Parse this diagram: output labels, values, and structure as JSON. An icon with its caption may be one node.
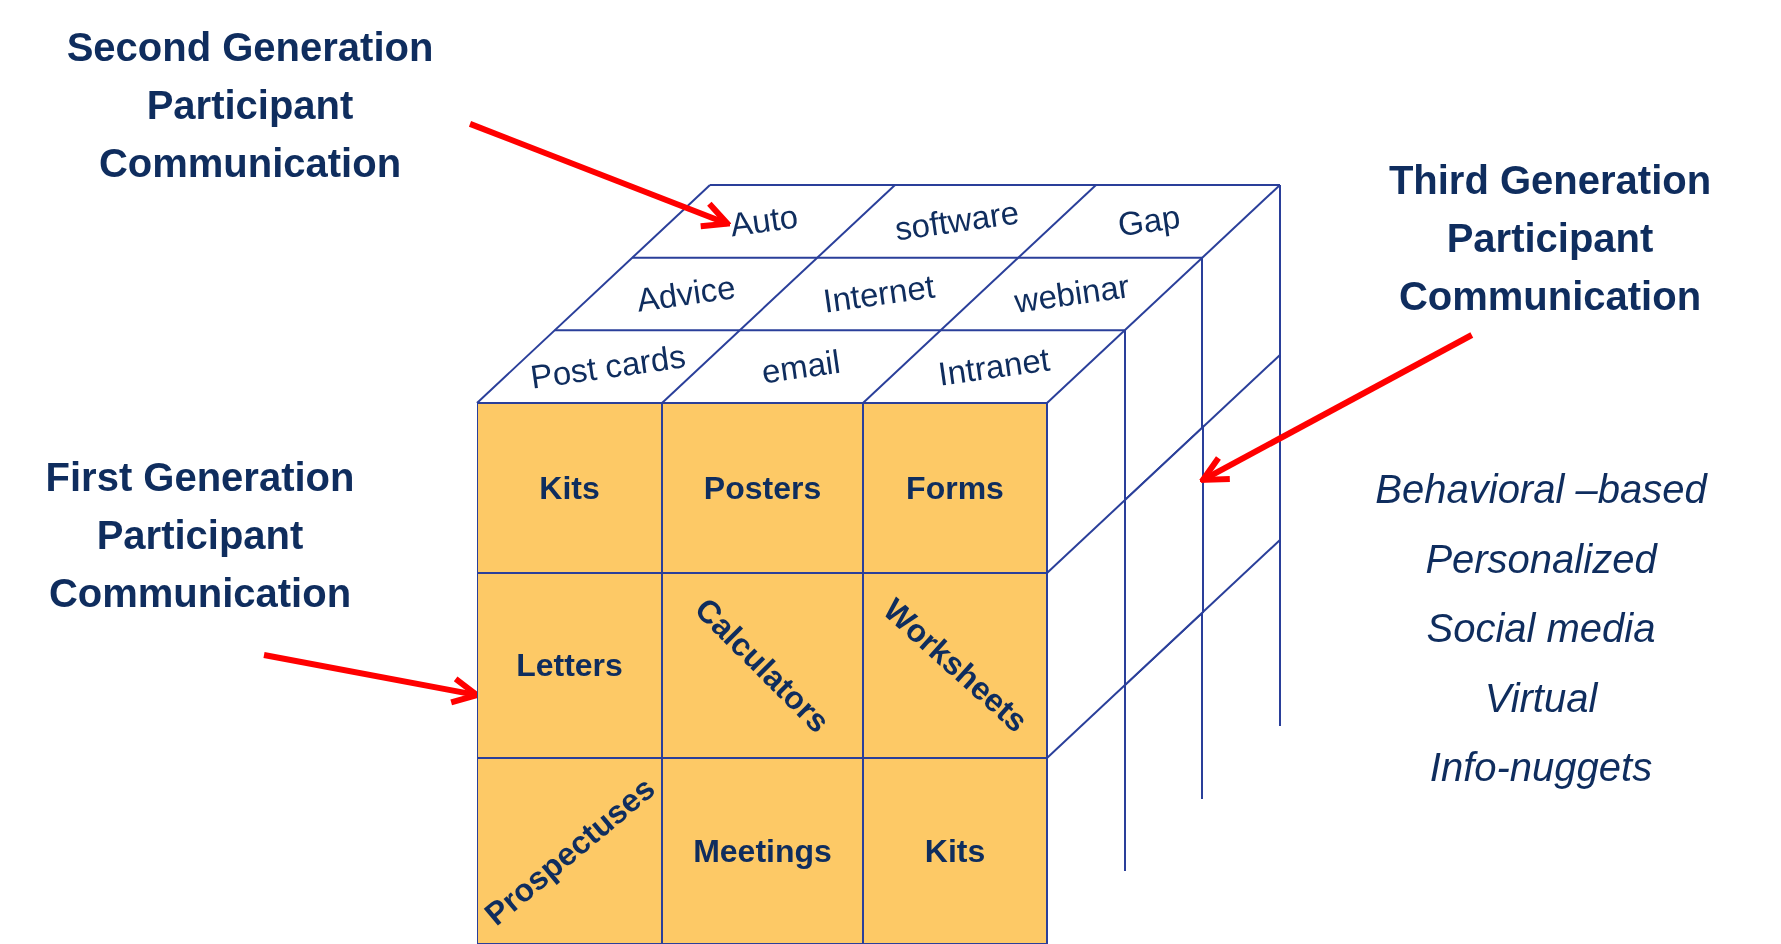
{
  "diagram": {
    "nodes": [
      {
        "text": [
          "Second Generation Participant Communication"
        ]
      },
      {
        "text": [
          "Auto"
        ]
      },
      {
        "text": [
          "software"
        ]
      },
      {
        "text": [
          "Gap"
        ]
      },
      {
        "text": [
          "Advice"
        ]
      },
      {
        "text": [
          "Internet"
        ]
      },
      {
        "text": [
          "webinar"
        ]
      },
      {
        "text": [
          "Post cards"
        ]
      },
      {
        "text": [
          "email"
        ]
      },
      {
        "text": [
          "Intranet"
        ]
      },
      {
        "text": [
          "Third Generation Participant Communication"
        ]
      },
      {
        "text": [],
        "shape": "box"
      },
      {
        "text": [
          "First Generation Participant Communication"
        ]
      },
      {
        "text": [
          "Kits"
        ]
      },
      {
        "text": [
          "Posters"
        ]
      },
      {
        "text": [
          "Forms"
        ]
      },
      {
        "text": [
          "Letters"
        ]
      },
      {
        "text": [
          "Calculators"
        ]
      },
      {
        "text": [
          "Worksheets"
        ]
      },
      {
        "text": [
          "Prospectuses"
        ]
      },
      {
        "text": [
          "Meetings"
        ]
      },
      {
        "text": [
          "Kits"
        ]
      }
    ],
    "edges": [
      {
        "from": 0,
        "to": 1,
        "arrow": "to"
      },
      {
        "from": 10,
        "to": 11,
        "arrow": "to"
      },
      {
        "from": 12,
        "to": 16,
        "arrow": "to"
      }
    ],
    "labels": [
      "Behavioral –based",
      "Personalized",
      "Social media",
      "Virtual",
      "Info-nuggets"
    ]
  }
}
